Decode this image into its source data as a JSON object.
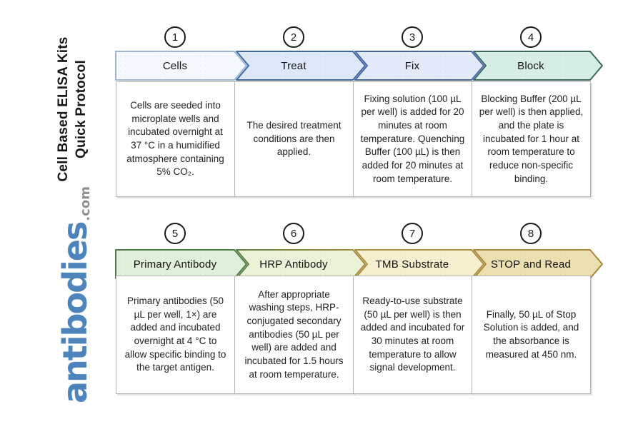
{
  "sidebar": {
    "title_line1": "Cell Based ELISA Kits",
    "title_line2": "Quick Protocol",
    "logo_text": "antibodies",
    "logo_suffix": ".com",
    "logo_color": "#4d84bc",
    "logo_suffix_color": "#8f8f8f"
  },
  "steps": [
    {
      "num": "1",
      "label": "Cells",
      "desc": "Cells are seeded into microplate wells and incubated overnight at 37 °C in a humidified atmosphere containing 5% CO₂.",
      "fill": "#f5f8fc",
      "stroke": "#9cb6d4"
    },
    {
      "num": "2",
      "label": "Treat",
      "desc": "The desired treatment conditions are then applied.",
      "fill": "#dde8f8",
      "stroke": "#3c69a8"
    },
    {
      "num": "3",
      "label": "Fix",
      "desc": "Fixing solution (100 µL per well) is added for 20 minutes at room temperature. Quenching Buffer (100 µL) is then added for 20 minutes at room temperature.",
      "fill": "#e3eafa",
      "stroke": "#4565a6"
    },
    {
      "num": "4",
      "label": "Block",
      "desc": "Blocking Buffer (200 µL per well) is then applied, and the plate is incubated for 1 hour at room temperature to reduce non-specific binding.",
      "fill": "#d6eee5",
      "stroke": "#3d6660"
    },
    {
      "num": "5",
      "label": "Primary Antibody",
      "desc": "Primary antibodies (50 µL per well, 1×) are added and incubated overnight at 4 °C to allow specific binding to the target antigen.",
      "fill": "#e0f0da",
      "stroke": "#4c7b41"
    },
    {
      "num": "6",
      "label": "HRP Antibody",
      "desc": "After appropriate washing steps, HRP-conjugated secondary antibodies (50 µL per well) are added and incubated for 1.5 hours at room temperature.",
      "fill": "#eaf2d8",
      "stroke": "url(#grad6)",
      "stroke_from": "#5d8044",
      "stroke_to": "#a98c42"
    },
    {
      "num": "7",
      "label": "TMB Substrate",
      "desc": "Ready-to-use substrate (50 µL per well) is then added and incubated for 30 minutes at room temperature to allow signal development.",
      "fill": "#f6f0d0",
      "stroke": "#ad8d3f"
    },
    {
      "num": "8",
      "label": "STOP and Read",
      "desc": "Finally, 50 µL of Stop Solution is added, and the absorbance is measured at 450 nm.",
      "fill": "#ecdfb0",
      "stroke": "#a8873c"
    }
  ]
}
